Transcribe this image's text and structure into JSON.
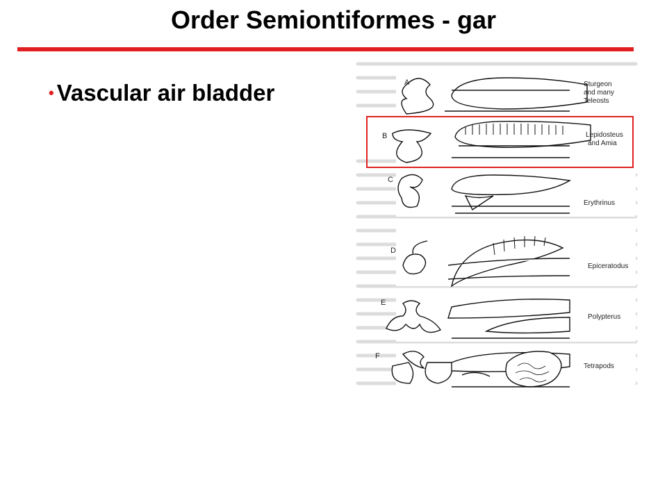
{
  "slide": {
    "title": "Order Semiontiformes - gar",
    "bullet": "Vascular air bladder",
    "accent_color": "#e02020"
  },
  "figure": {
    "panels": [
      {
        "letter": "A",
        "caption": [
          "Sturgeon",
          "and many",
          "Teleosts"
        ]
      },
      {
        "letter": "B",
        "caption": [
          "Lepidosteus",
          "and Amia"
        ],
        "highlighted": true
      },
      {
        "letter": "C",
        "caption": [
          "Erythrinus"
        ]
      },
      {
        "letter": "D",
        "caption": [
          "Epiceratodus"
        ]
      },
      {
        "letter": "E",
        "caption": [
          "Polypterus"
        ]
      },
      {
        "letter": "F",
        "caption": [
          "Tetrapods"
        ]
      }
    ]
  }
}
